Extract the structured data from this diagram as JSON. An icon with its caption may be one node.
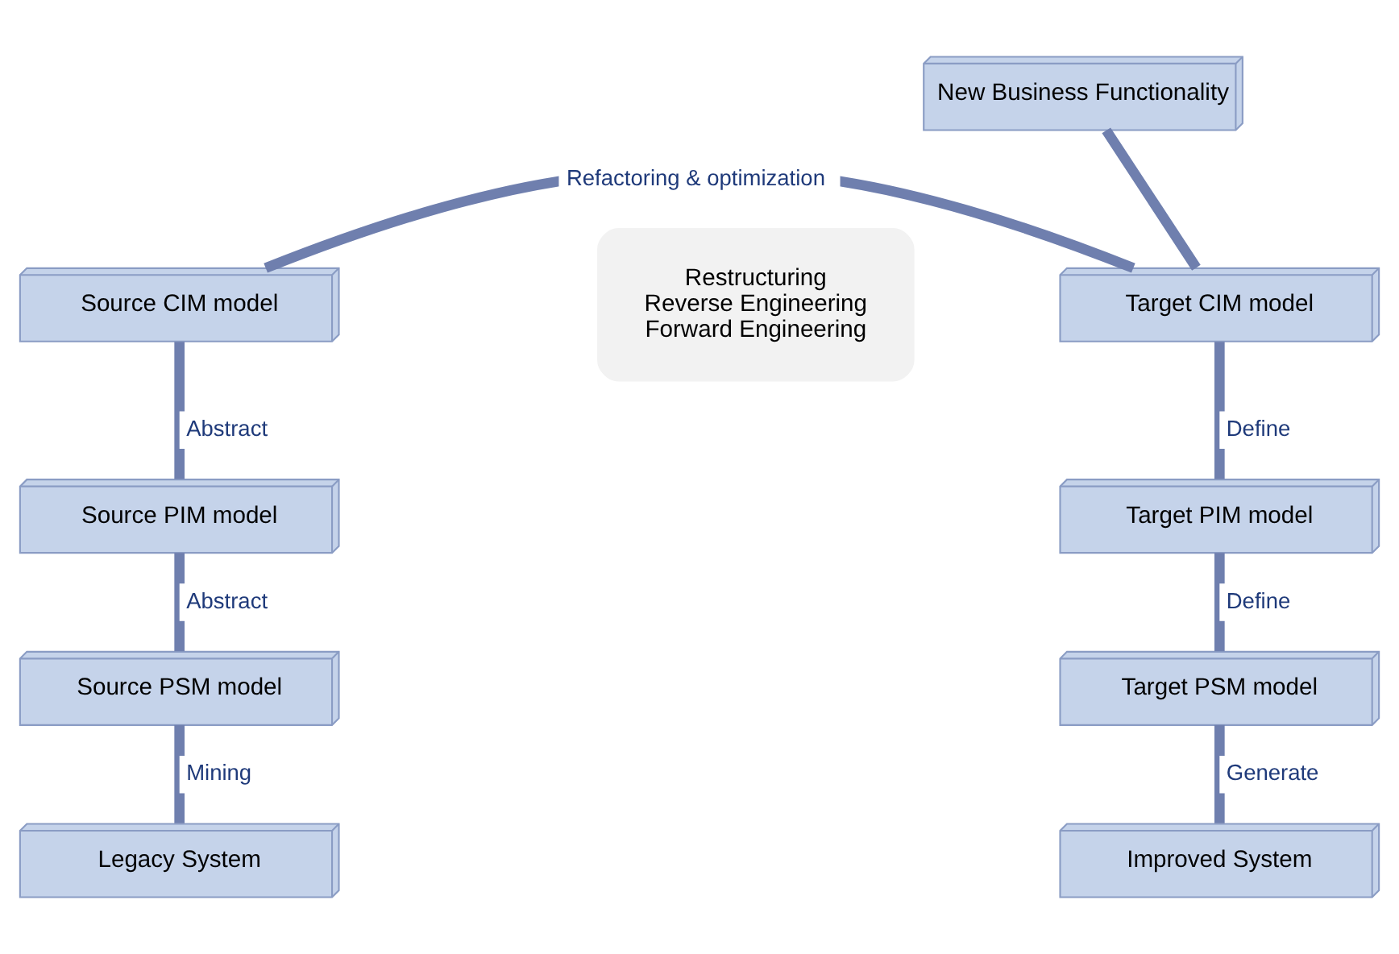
{
  "diagram": {
    "nodes": [
      {
        "text": [
          "New Business Functionality"
        ]
      },
      {
        "text": [
          "Source CIM model"
        ]
      },
      {
        "text": [
          "Source PIM model"
        ]
      },
      {
        "text": [
          "Source PSM model"
        ]
      },
      {
        "text": [
          "Legacy System"
        ]
      },
      {
        "text": [
          "Target CIM model"
        ]
      },
      {
        "text": [
          "Target PIM model"
        ]
      },
      {
        "text": [
          "Target PSM model"
        ]
      },
      {
        "text": [
          "Improved System"
        ]
      },
      {
        "text": [
          "Restructuring",
          "Reverse Engineering",
          "Forward Engineering"
        ]
      }
    ],
    "edges": [
      {
        "from": 1,
        "to": 5,
        "arrow": "none",
        "label": "Refactoring & optimization"
      },
      {
        "from": 0,
        "to": 5,
        "arrow": "none"
      },
      {
        "from": 1,
        "to": 2,
        "arrow": "none",
        "label": "Abstract"
      },
      {
        "from": 2,
        "to": 3,
        "arrow": "none",
        "label": "Abstract"
      },
      {
        "from": 3,
        "to": 4,
        "arrow": "none",
        "label": "Mining"
      },
      {
        "from": 5,
        "to": 6,
        "arrow": "none",
        "label": "Define"
      },
      {
        "from": 6,
        "to": 7,
        "arrow": "none",
        "label": "Define"
      },
      {
        "from": 7,
        "to": 8,
        "arrow": "none",
        "label": "Generate"
      }
    ]
  }
}
